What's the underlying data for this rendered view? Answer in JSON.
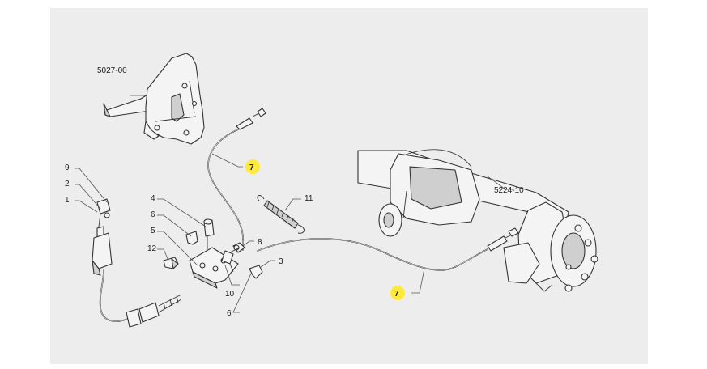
{
  "labels": {
    "ref_5027_00": "5027-00",
    "ref_5224_10": "5224-10",
    "n9": "9",
    "n2": "2",
    "n1": "1",
    "n4": "4",
    "n6a": "6",
    "n5": "5",
    "n12": "12",
    "n10": "10",
    "n6b": "6",
    "n8": "8",
    "n3": "3",
    "n11": "11",
    "n7a": "7",
    "n7b": "7"
  },
  "colors": {
    "highlight": "#ffe93b",
    "canvas": "#ededed"
  }
}
